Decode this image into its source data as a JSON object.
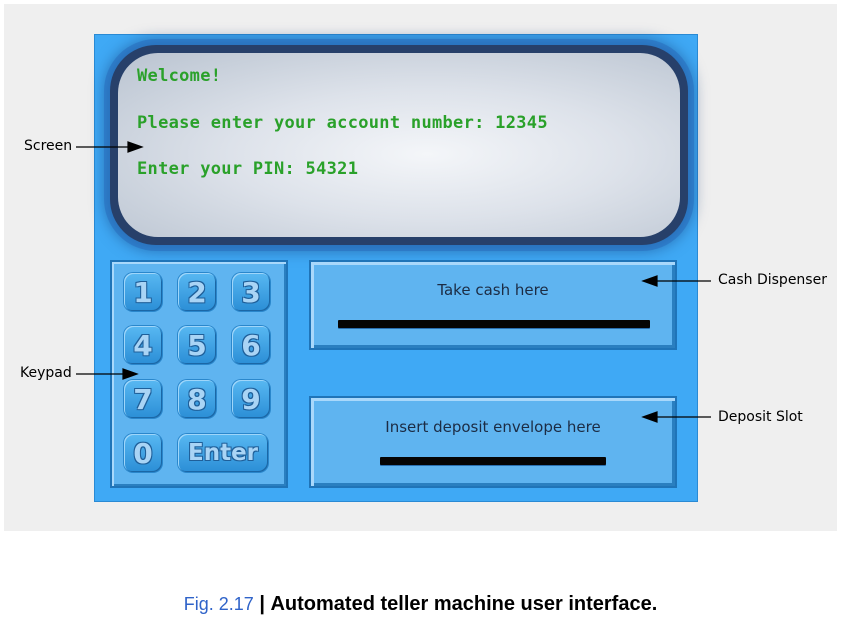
{
  "screen": {
    "lines": [
      "Welcome!",
      "Please enter your account number: 12345",
      "Enter your PIN: 54321"
    ]
  },
  "keypad": {
    "keys": [
      "1",
      "2",
      "3",
      "4",
      "5",
      "6",
      "7",
      "8",
      "9",
      "0"
    ],
    "enter_label": "Enter"
  },
  "cash_dispenser": {
    "text": "Take cash here"
  },
  "deposit_slot": {
    "text": "Insert deposit envelope here"
  },
  "annotations": {
    "screen": "Screen",
    "keypad": "Keypad",
    "cash_dispenser": "Cash Dispenser",
    "deposit_slot": "Deposit Slot"
  },
  "caption": {
    "number": "Fig. 2.17",
    "separator": "|",
    "text": "Automated teller machine user interface."
  },
  "colors": {
    "atm_body": "#3fa9f5",
    "screen_text": "#2aa12a",
    "caption_number": "#2f63c9"
  }
}
